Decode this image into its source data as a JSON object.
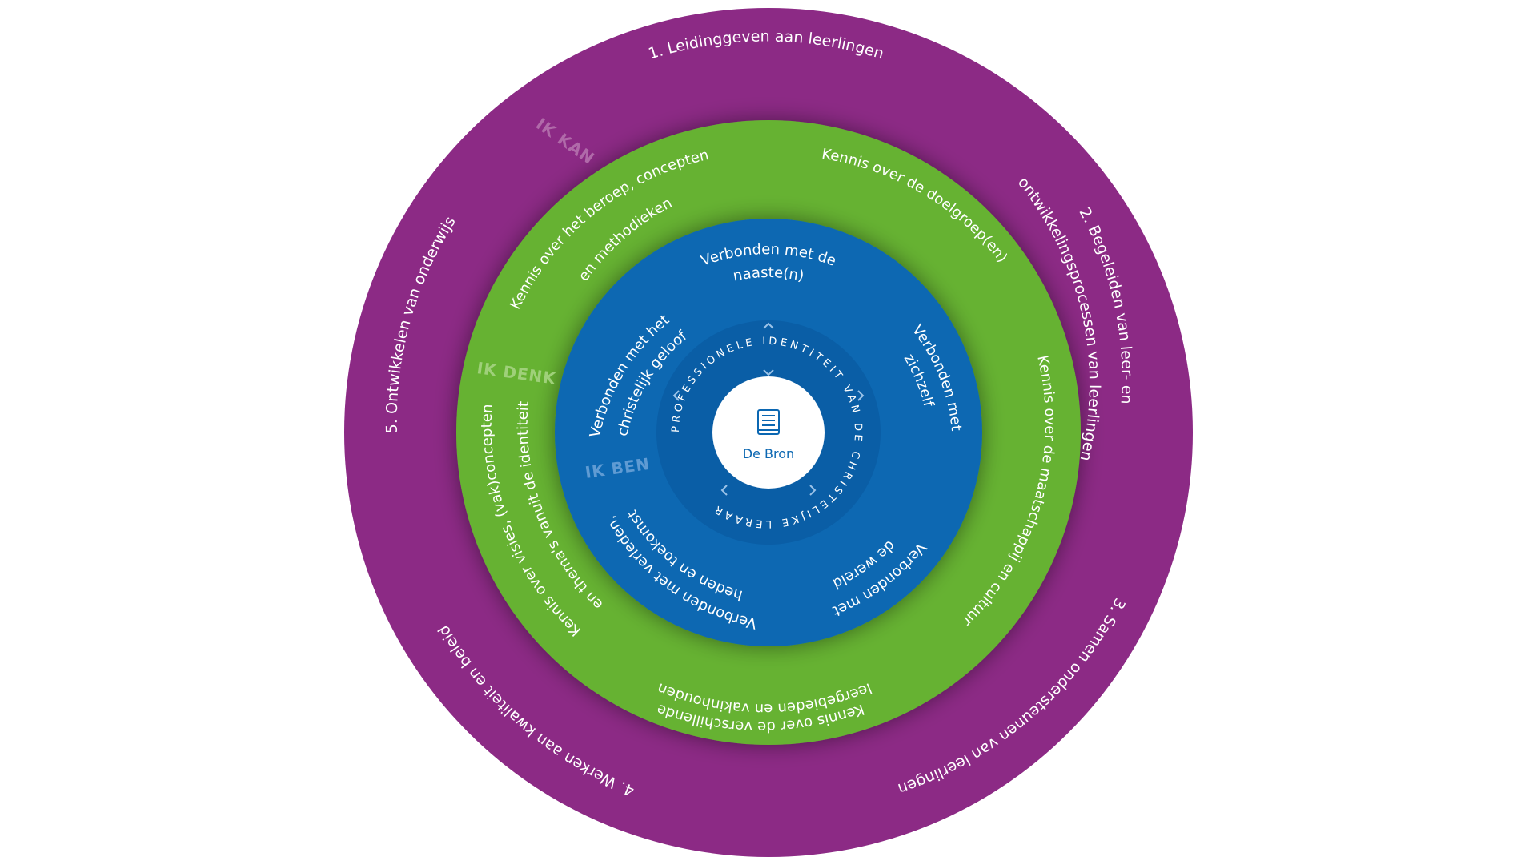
{
  "colors": {
    "purple": "#8c2a85",
    "green": "#66b232",
    "blue": "#0b67b2",
    "center": "#ffffff",
    "text": "#ffffff",
    "ik_kan": "#b06aa9",
    "ik_denk": "#9fd07a",
    "ik_ben": "#5f9bd3"
  },
  "layers": {
    "ik_kan": "IK KAN",
    "ik_denk": "IK DENK",
    "ik_ben": "IK BEN"
  },
  "purple_ring": [
    "1. Leidinggeven aan leerlingen",
    "2. Begeleiden van leer- en",
    "ontwikkelingsprocessen van leerlingen",
    "3. Samen ondersteunen van leerlingen",
    "4. Werken aan kwaliteit en beleid",
    "5. Ontwikkelen van onderwijs"
  ],
  "green_ring": [
    "Kennis over de doelgroep(en)",
    "Kennis over de maatschappij en cultuur",
    "Kennis over de verschillende",
    "leergebieden en vakinhouden",
    "Kennis over visies, (vak)concepten",
    "en thema's vanuit de identiteit",
    "Kennis over het beroep, concepten",
    "en methodieken"
  ],
  "blue_ring": [
    "Verbonden met de",
    "naaste(n)",
    "Verbonden met",
    "zichzelf",
    "Verbonden met",
    "de wereld",
    "Verbonden met verleden,",
    "heden en toekomst",
    "Verbonden met het",
    "christelijk geloof"
  ],
  "inner_ring_text": "PROFESSIONELE IDENTITEIT VAN DE CHRISTELIJKE LERAAR",
  "center": {
    "icon": "book-icon",
    "label": "De Bron"
  }
}
